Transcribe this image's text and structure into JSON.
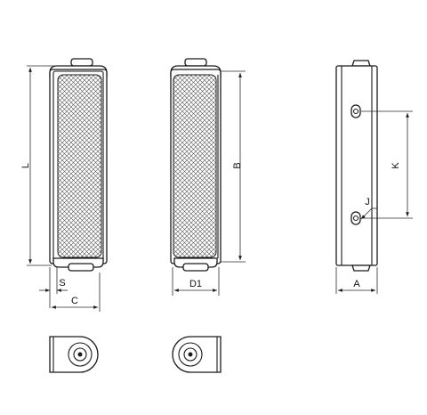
{
  "dimension_labels": {
    "length": "L",
    "offset": "S",
    "width": "C",
    "diameter": "D1",
    "grip_length": "B",
    "depth": "A",
    "hole_spacing": "K",
    "hole": "J"
  },
  "colors": {
    "line": "#1a1a1a",
    "knurl": "#555555",
    "background": "#ffffff"
  }
}
